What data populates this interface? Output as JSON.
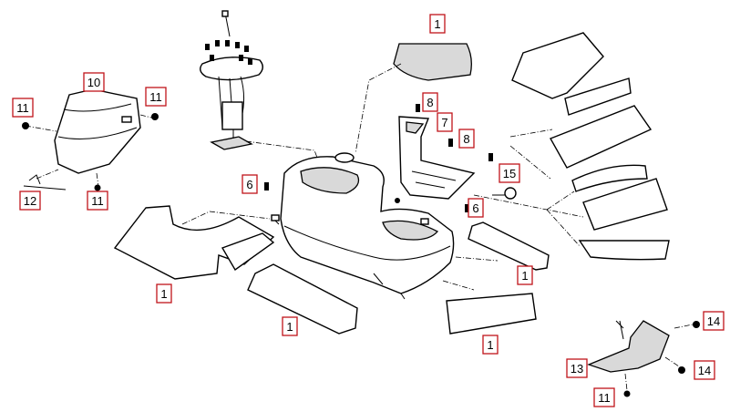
{
  "callouts": [
    {
      "id": "c1a",
      "label": "1"
    },
    {
      "id": "c1b",
      "label": "1"
    },
    {
      "id": "c1c",
      "label": "1"
    },
    {
      "id": "c1d",
      "label": "1"
    },
    {
      "id": "c1e",
      "label": "1"
    },
    {
      "id": "c6a",
      "label": "6"
    },
    {
      "id": "c6b",
      "label": "6"
    },
    {
      "id": "c7",
      "label": "7"
    },
    {
      "id": "c8a",
      "label": "8"
    },
    {
      "id": "c8b",
      "label": "8"
    },
    {
      "id": "c10",
      "label": "10"
    },
    {
      "id": "c11a",
      "label": "11"
    },
    {
      "id": "c11b",
      "label": "11"
    },
    {
      "id": "c11c",
      "label": "11"
    },
    {
      "id": "c11d",
      "label": "11"
    },
    {
      "id": "c12",
      "label": "12"
    },
    {
      "id": "c13",
      "label": "13"
    },
    {
      "id": "c14a",
      "label": "14"
    },
    {
      "id": "c14b",
      "label": "14"
    },
    {
      "id": "c15",
      "label": "15"
    }
  ]
}
